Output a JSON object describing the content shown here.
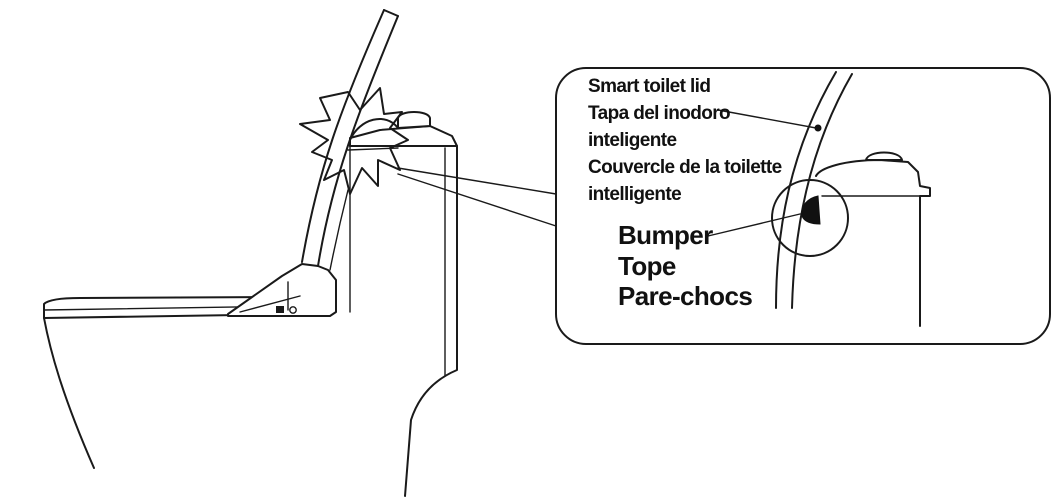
{
  "callout": {
    "lid_label_lines": [
      "Smart toilet lid",
      "Tapa del inodoro",
      "inteligente",
      "Couvercle de la toilette",
      "intelligente"
    ],
    "bumper_label_lines": [
      "Bumper",
      "Tope",
      "Pare-chocs"
    ]
  },
  "colors": {
    "line": "#1a1a1a",
    "background": "#ffffff",
    "bumper_fill": "#111111"
  }
}
